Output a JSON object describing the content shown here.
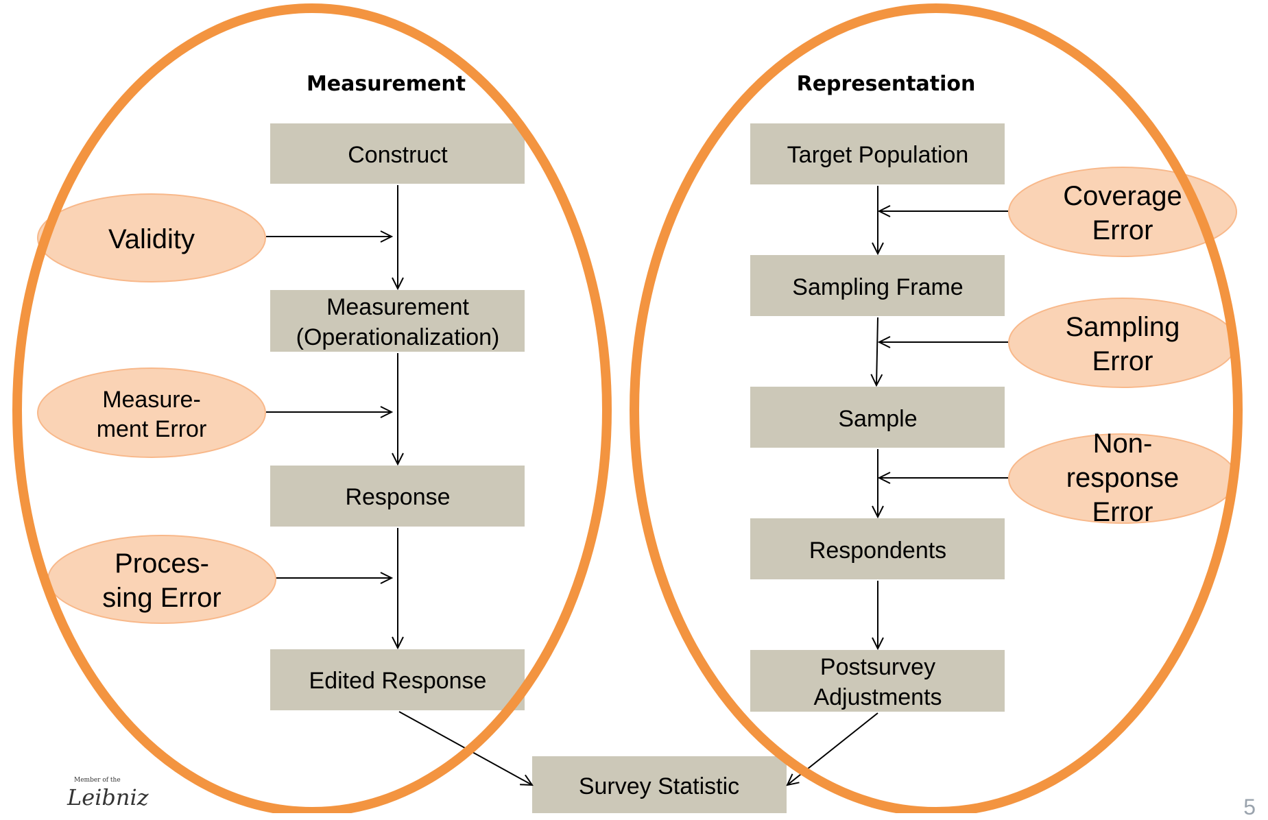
{
  "headers": {
    "measurement": "Measurement",
    "representation": "Representation"
  },
  "measurement_boxes": {
    "construct": "Construct",
    "measurement_line1": "Measurement",
    "measurement_line2": "(Operationalization)",
    "response": "Response",
    "edited_response": "Edited Response"
  },
  "representation_boxes": {
    "target_population": "Target Population",
    "sampling_frame": "Sampling Frame",
    "sample": "Sample",
    "respondents": "Respondents",
    "postsurvey_line1": "Postsurvey",
    "postsurvey_line2": "Adjustments"
  },
  "final_box": "Survey Statistic",
  "errors_left": {
    "validity": "Validity",
    "measurement_error_line1": "Measure-",
    "measurement_error_line2": "ment  Error",
    "processing_line1": "Proces-",
    "processing_line2": "sing Error"
  },
  "errors_right": {
    "coverage_line1": "Coverage",
    "coverage_line2": "Error",
    "sampling_line1": "Sampling",
    "sampling_line2": "Error",
    "nonresponse_line1": "Non-",
    "nonresponse_line2": "response",
    "nonresponse_line3": "Error"
  },
  "logo": {
    "top": "Member of the",
    "word": "Leibniz"
  },
  "page_number": "5",
  "colors": {
    "box_fill": "#ccc8b8",
    "error_fill": "#fad3b5",
    "error_stroke": "#f8b88a",
    "ring": "#f39440",
    "arrow": "#000000"
  }
}
